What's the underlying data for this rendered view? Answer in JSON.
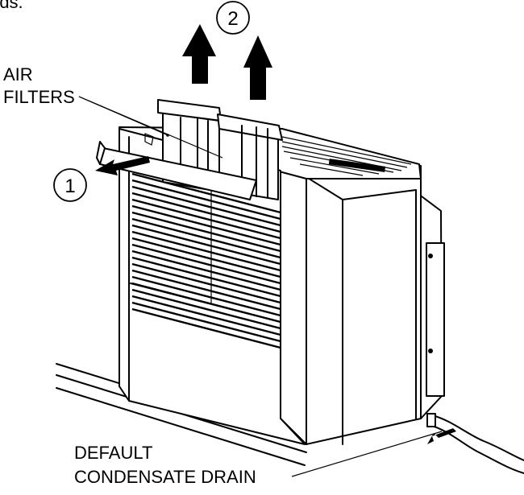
{
  "top_fragment": "rds.",
  "labels": {
    "air_filters_line1": "AIR",
    "air_filters_line2": "FILTERS",
    "drain_line1": "DEFAULT",
    "drain_line2": "CONDENSATE DRAIN"
  },
  "steps": [
    {
      "number": "1"
    },
    {
      "number": "2"
    }
  ]
}
